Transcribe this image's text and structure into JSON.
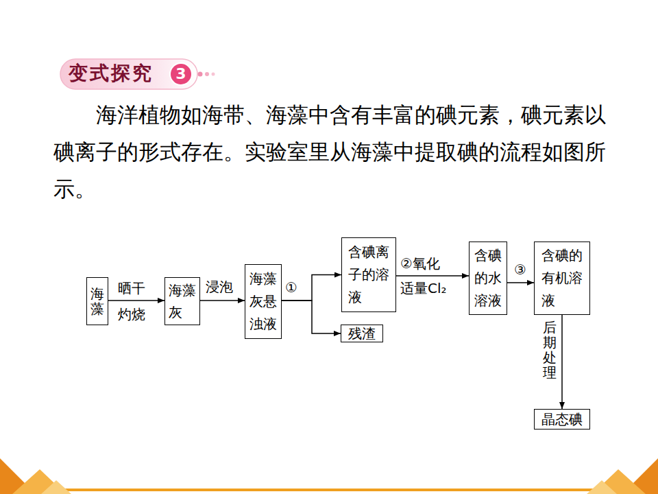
{
  "diagram": {
    "nodes": [
      {
        "text": [
          "海藻"
        ]
      },
      {
        "text": [
          "海藻灰"
        ]
      },
      {
        "text": [
          "海藻灰悬浊液"
        ]
      },
      {
        "text": [
          "含碘离子的溶液"
        ]
      },
      {
        "text": [
          "残渣"
        ]
      },
      {
        "text": [
          "含碘的水溶液"
        ]
      },
      {
        "text": [
          "含碘的有机溶液"
        ]
      },
      {
        "text": [
          "晶态碘"
        ]
      }
    ],
    "edges": [
      {
        "from": 0,
        "to": 1,
        "arrow": "to",
        "label": "晒干 灼烧"
      },
      {
        "from": 1,
        "to": 2,
        "arrow": "to",
        "label": "浸泡"
      },
      {
        "from": 2,
        "to": 3,
        "arrow": "to",
        "label": "①"
      },
      {
        "from": 2,
        "to": 4,
        "arrow": "to"
      },
      {
        "from": 3,
        "to": 5,
        "arrow": "to",
        "label": "②氧化 适量Cl₂"
      },
      {
        "from": 5,
        "to": 6,
        "arrow": "to",
        "label": "③"
      },
      {
        "from": 6,
        "to": 7,
        "arrow": "to",
        "label": "后期处理"
      }
    ],
    "labels": [
      "变式探究",
      "3",
      "海洋植物如海带、海藻中含有丰富的碘元素，碘元素以碘离子的形式存在。实验室里从海藻中提取碘的流程如图所示。"
    ]
  }
}
